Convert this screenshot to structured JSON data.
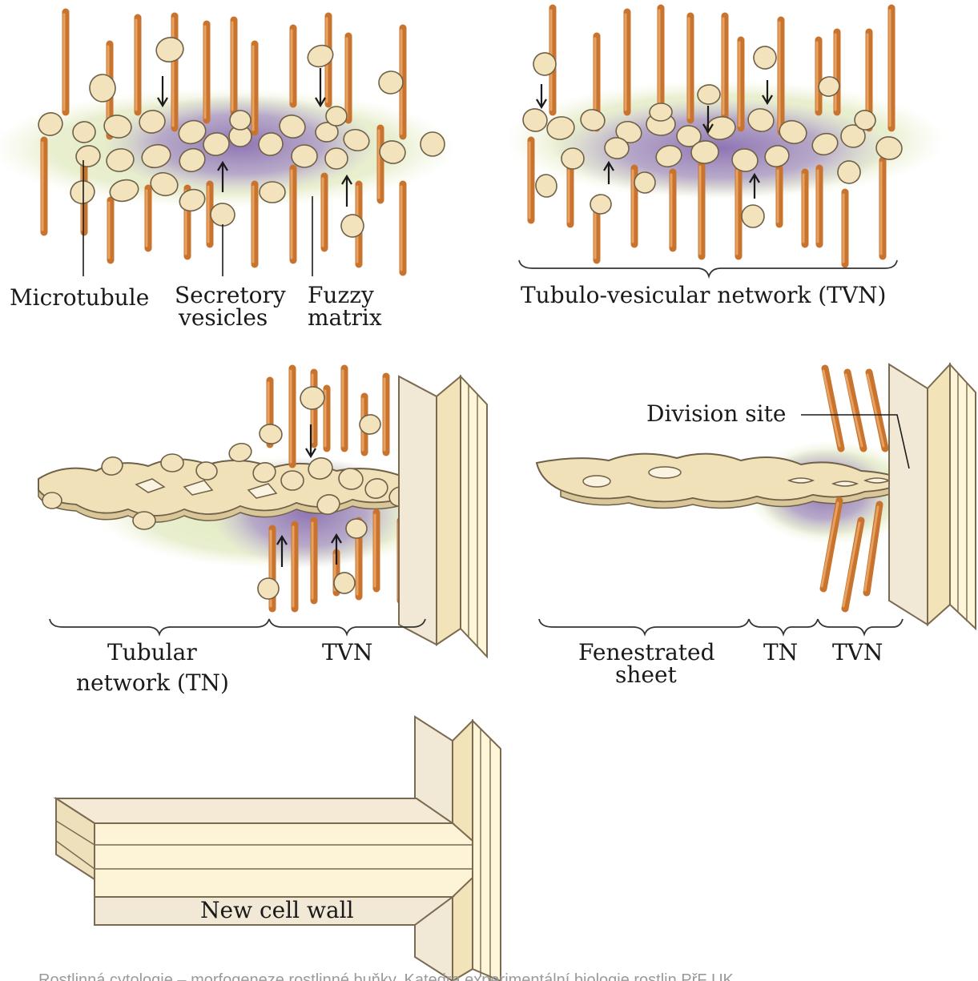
{
  "labels": {
    "panel1": {
      "microtubule": "Microtubule",
      "secretory_line1": "Secretory",
      "secretory_line2": "vesicles",
      "fuzzy_line1": "Fuzzy",
      "fuzzy_line2": "matrix"
    },
    "panel2": {
      "tvn_full": "Tubulo-vesicular network (TVN)"
    },
    "panel3": {
      "tn_line1": "Tubular",
      "tn_line2": "network (TN)",
      "tvn": "TVN"
    },
    "panel4": {
      "division_site": "Division site",
      "fenestrated_line1": "Fenestrated",
      "fenestrated_line2": "sheet",
      "tn": "TN",
      "tvn": "TVN"
    },
    "panel5": {
      "new_cell_wall": "New cell wall"
    }
  },
  "footer": "Rostlinná cytologie – morfogeneze rostlinné buňky, Katedra experimentální biologie rostlin PřF UK",
  "colors": {
    "microtubule": "#c8742e",
    "vesicle_fill": "#f2e3bd",
    "fuzzy_matrix_purple": "#9b84c0",
    "cytoplasm_green": "#dfe8bf",
    "cell_wall_fill": "#f7edcf",
    "cell_wall_edge": "#7a6a50"
  }
}
